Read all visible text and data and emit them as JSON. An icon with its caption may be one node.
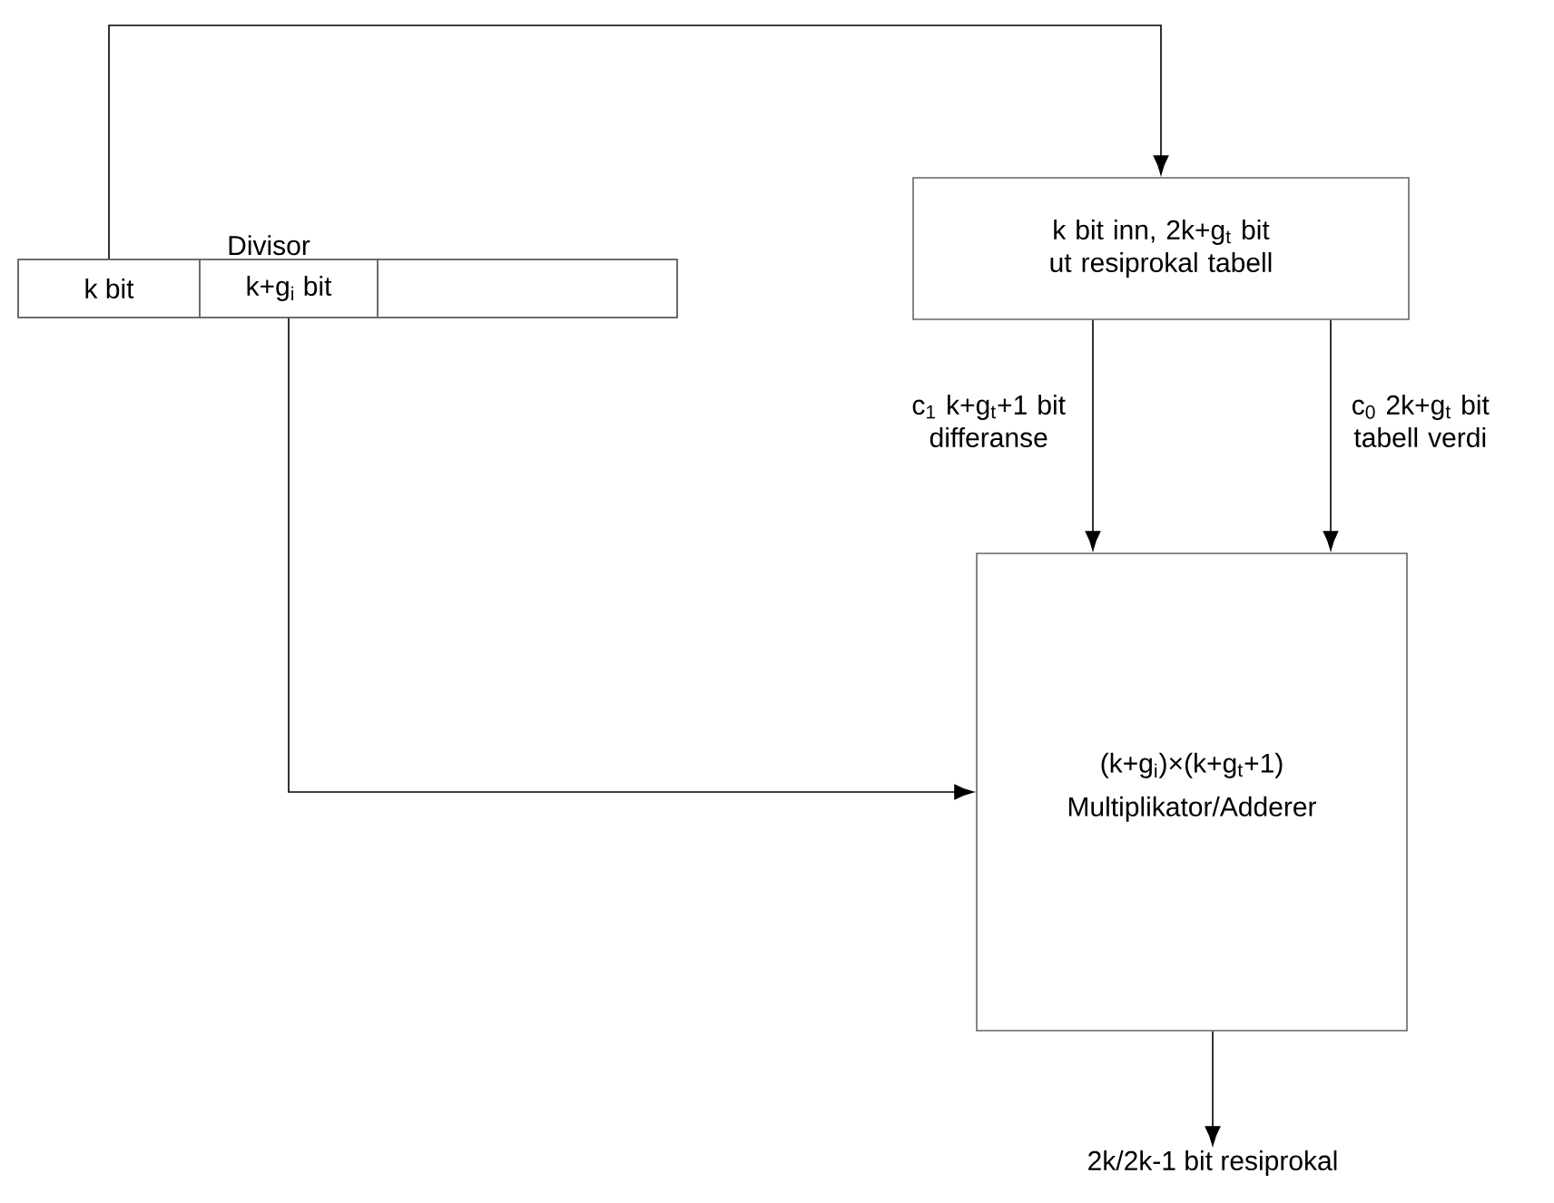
{
  "diagram": {
    "nodes": [
      {
        "text": [
          "Divisor"
        ]
      },
      {
        "text": [
          "k bit"
        ],
        "in": 0
      },
      {
        "text": [
          "k+g$_{i}$ bit"
        ],
        "in": 0
      },
      {
        "text": [],
        "shape": "box",
        "in": 0
      },
      {
        "text": [
          "k bit inn, 2k+g$_{t}$ bit ut resiprokal tabell"
        ]
      },
      {
        "text": [
          "(k+g$_{i}$)×(k+g$_{t}$+1)",
          "Multiplikator/Adderer"
        ]
      },
      {
        "text": [
          "2k/2k-1 bit resiprokal"
        ]
      }
    ],
    "edges": [
      {
        "from": 1,
        "to": 4,
        "arrow": "to"
      },
      {
        "from": 4,
        "to": 5,
        "arrow": "to",
        "label": "c$_{1}$ k+g$_{t}$+1 bit differanse"
      },
      {
        "from": 4,
        "to": 5,
        "arrow": "to",
        "label": "c$_{0}$ 2k+g$_{t}$ bit tabell verdi"
      },
      {
        "from": 2,
        "to": 5,
        "arrow": "to"
      },
      {
        "from": 5,
        "to": 6,
        "arrow": "to"
      }
    ]
  }
}
